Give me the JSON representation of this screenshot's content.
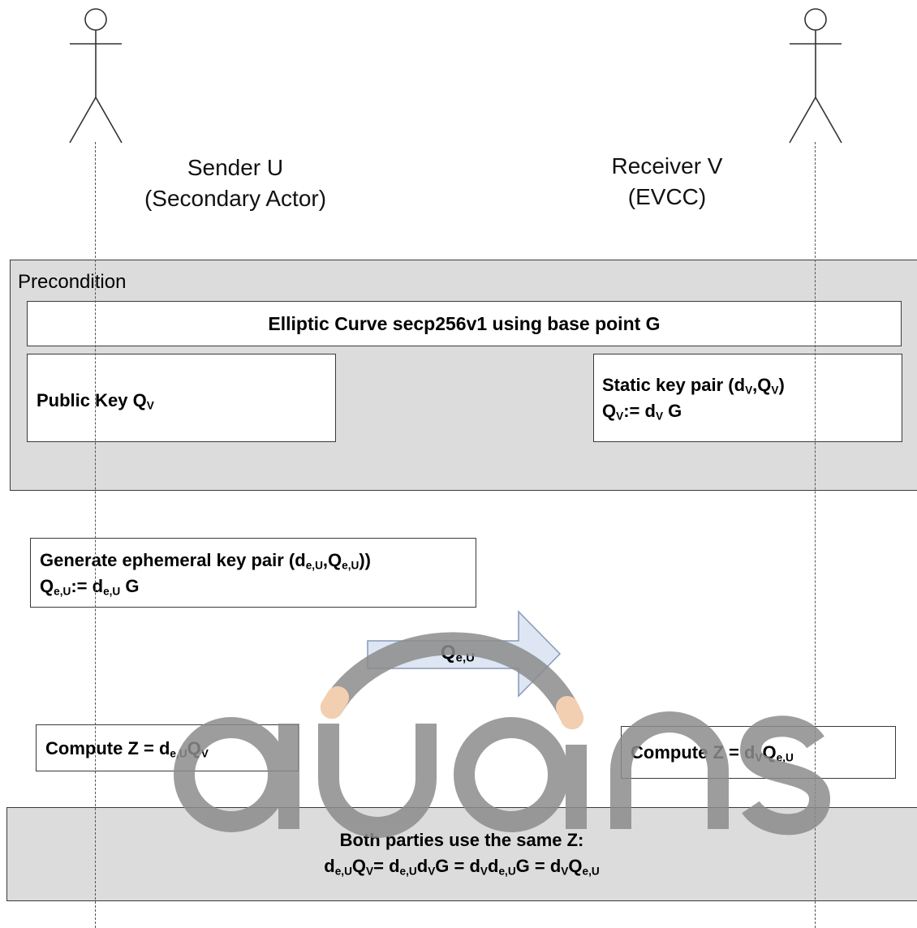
{
  "actors": {
    "sender": {
      "name": "Sender U",
      "role": "(Secondary Actor)"
    },
    "receiver": {
      "name": "Receiver V",
      "role": "(EVCC)"
    }
  },
  "precondition": {
    "label": "Precondition",
    "curve": "Elliptic Curve secp256v1 using base point G",
    "sender_key": {
      "text": "Public Key Q",
      "sub": "V"
    },
    "receiver_key": {
      "line1": {
        "a": "Static key pair (d",
        "s1": "V",
        "b": ",Q",
        "s2": "V",
        "c": ")"
      },
      "line2": {
        "a": "Q",
        "s1": "V",
        "b": ":= d",
        "s2": "V",
        "c": " G"
      }
    }
  },
  "ephemeral": {
    "line1": {
      "a": "Generate ephemeral key pair (d",
      "s1": "e,U",
      "b": ",Q",
      "s2": "e,U",
      "c": "))"
    },
    "line2": {
      "a": "Q",
      "s1": "e,U",
      "b": ":= d",
      "s2": "e,U",
      "c": " G"
    }
  },
  "message": {
    "a": "Q",
    "s1": "e,U"
  },
  "compute_sender": {
    "a": "Compute  Z = d",
    "s1": "e,U",
    "b": "Q",
    "s2": "V"
  },
  "compute_receiver": {
    "a": "Compute Z = d",
    "s1": "V",
    "b": "Q",
    "s2": "e,U"
  },
  "result": {
    "line1": "Both parties use the same Z:",
    "line2": [
      {
        "t": "d"
      },
      {
        "s": "e,U"
      },
      {
        "t": "Q"
      },
      {
        "s": "V"
      },
      {
        "t": "= d"
      },
      {
        "s": "e,U"
      },
      {
        "t": "d"
      },
      {
        "s": "V"
      },
      {
        "t": "G = d"
      },
      {
        "s": "V"
      },
      {
        "t": "d"
      },
      {
        "s": "e,U"
      },
      {
        "t": "G = d"
      },
      {
        "s": "V"
      },
      {
        "t": "Q"
      },
      {
        "s": "e,U"
      }
    ]
  },
  "watermark": "auoins",
  "colors": {
    "panel": "#dcdcdc",
    "arrow_fill": "#dde6f2",
    "arrow_stroke": "#8898b8",
    "watermark": "#8c8c8c",
    "watermark_accent": "#f2c7a4"
  }
}
